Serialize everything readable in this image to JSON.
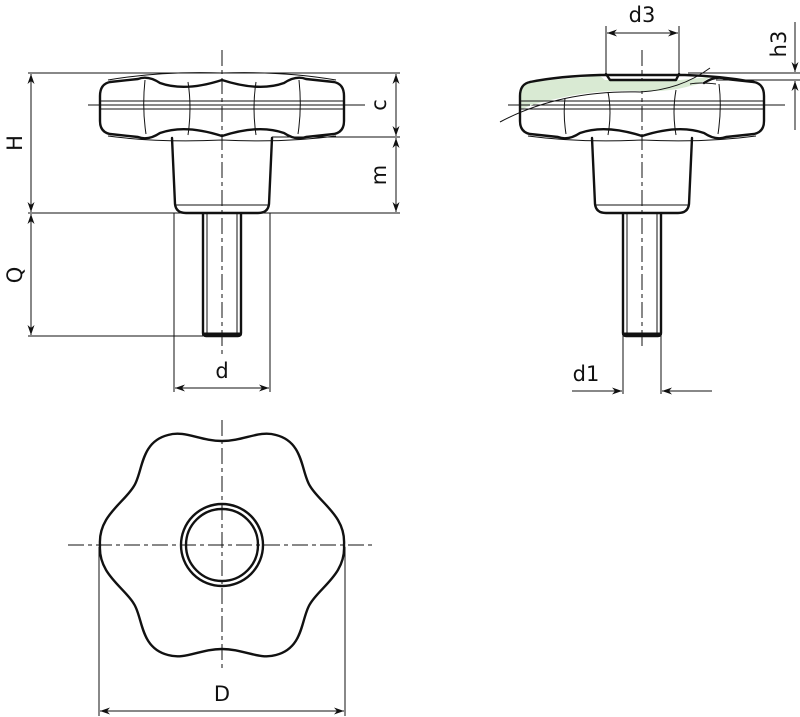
{
  "drawing": {
    "type": "technical-drawing",
    "subject": "star-grip knob with threaded stud",
    "colors": {
      "line": "#111111",
      "section_fill": "#d9ead3",
      "background": "#ffffff"
    },
    "views": {
      "side_view_left": {
        "dimensions": {
          "H": "H",
          "c": "c",
          "m": "m",
          "Q": "Q",
          "d": "d"
        }
      },
      "side_view_right_section": {
        "dimensions": {
          "d3": "d3",
          "h3": "h3",
          "d1": "d1"
        }
      },
      "top_view": {
        "dimensions": {
          "D": "D"
        },
        "lobes": 6
      }
    }
  }
}
